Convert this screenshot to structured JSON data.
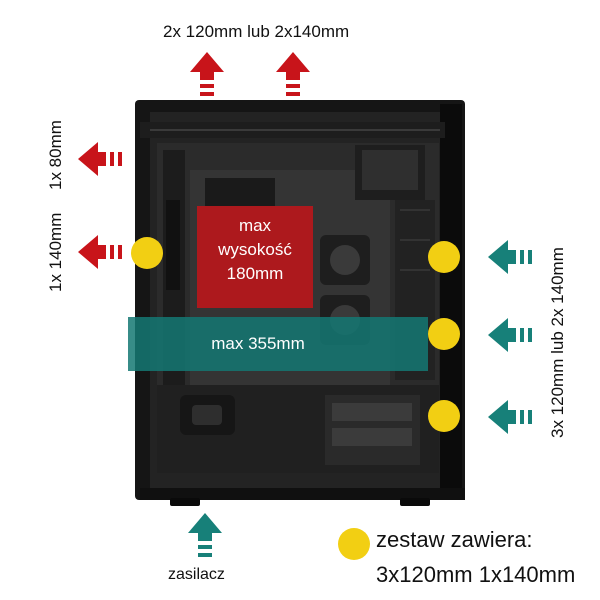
{
  "labels": {
    "top_fans": "2x 120mm lub 2x140mm",
    "left_rear_80": "1x 80mm",
    "left_rear_140": "1x 140mm",
    "right_front": "3x 120mm lub 2x 140mm",
    "psu": "zasilacz",
    "cooler_height": "max\nwysokość\n180mm",
    "gpu_length": "max 355mm",
    "legend_title": "zestaw zawiera:",
    "legend_fans": "3x120mm 1x140mm"
  },
  "colors": {
    "exhaust_arrow": "#c8141a",
    "intake_arrow": "#178079",
    "included_fan_dot": "#f2cf13",
    "cooler_overlay": "#c81419",
    "gpu_overlay": "#147873"
  },
  "icons": {
    "exhaust": "arrow-icon",
    "intake": "arrow-icon",
    "included_fan": "circle-icon"
  }
}
